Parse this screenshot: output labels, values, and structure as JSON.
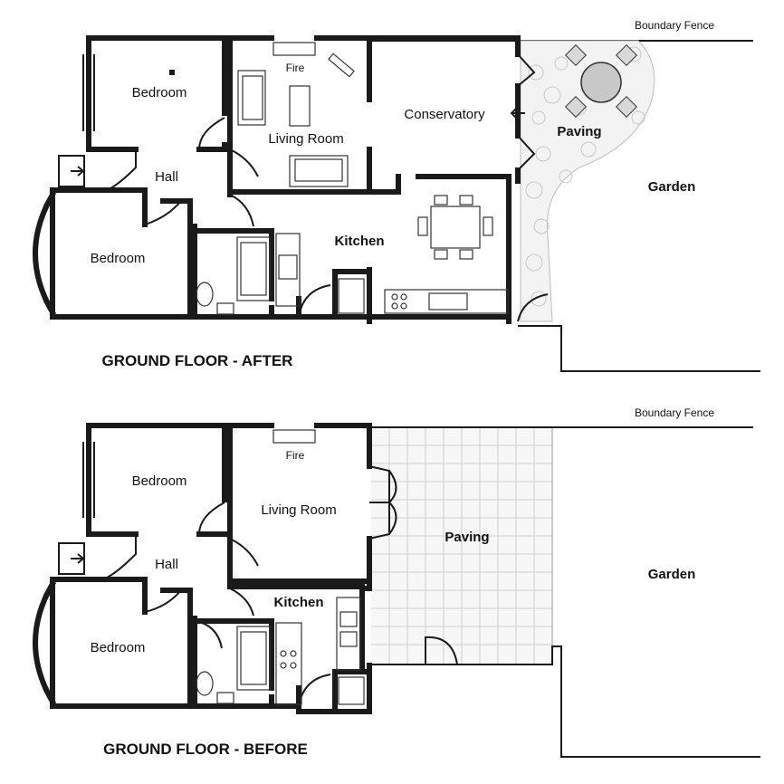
{
  "after": {
    "title": "GROUND FLOOR - AFTER",
    "boundary_fence": "Boundary Fence",
    "rooms": {
      "bedroom_front": "Bedroom",
      "bedroom_bay": "Bedroom",
      "hall": "Hall",
      "living_room": "Living Room",
      "fire": "Fire",
      "conservatory": "Conservatory",
      "kitchen": "Kitchen",
      "paving": "Paving",
      "garden": "Garden"
    }
  },
  "before": {
    "title": "GROUND FLOOR - BEFORE",
    "boundary_fence": "Boundary Fence",
    "rooms": {
      "bedroom_front": "Bedroom",
      "bedroom_bay": "Bedroom",
      "hall": "Hall",
      "living_room": "Living Room",
      "fire": "Fire",
      "kitchen": "Kitchen",
      "paving": "Paving",
      "garden": "Garden"
    }
  }
}
